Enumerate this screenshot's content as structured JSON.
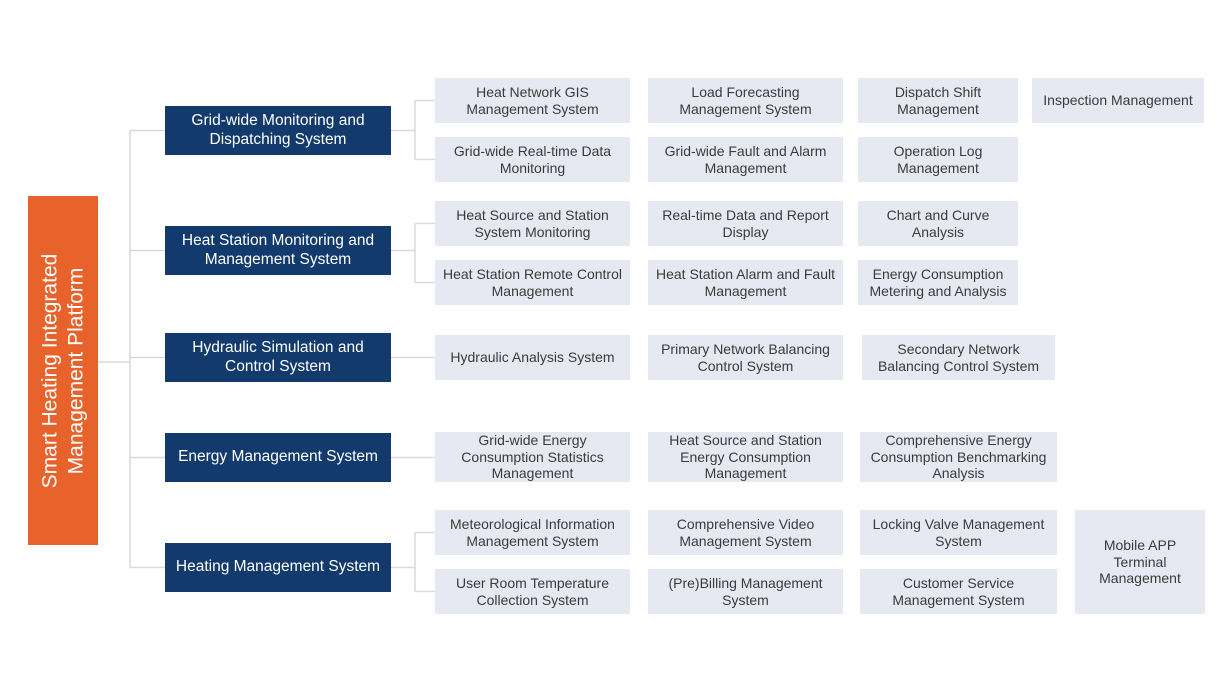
{
  "platform": {
    "title": "Smart Heating Integrated\nManagement Platform"
  },
  "colors": {
    "root_orange": "#e8632c",
    "branch_navy": "#123a6d",
    "leaf_gray": "#e6e9f1",
    "connector_gray": "#d9d9d9"
  },
  "groups": [
    {
      "label": "Grid-wide Monitoring and Dispatching System",
      "items": [
        "Heat Network GIS Management System",
        "Load Forecasting Management System",
        "Dispatch Shift Management",
        "Inspection Management",
        "Grid-wide Real-time Data Monitoring",
        "Grid-wide Fault and Alarm Management",
        "Operation Log Management"
      ]
    },
    {
      "label": "Heat Station Monitoring and Management System",
      "items": [
        "Heat Source and Station System Monitoring",
        "Real-time Data and Report Display",
        "Chart and Curve Analysis",
        "Heat Station Remote Control Management",
        "Heat Station Alarm and Fault Management",
        "Energy Consumption Metering and Analysis"
      ]
    },
    {
      "label": "Hydraulic Simulation and Control System",
      "items": [
        "Hydraulic Analysis System",
        "Primary Network Balancing Control System",
        "Secondary Network Balancing Control System"
      ]
    },
    {
      "label": "Energy Management System",
      "items": [
        "Grid-wide Energy Consumption Statistics Management",
        "Heat Source and Station Energy Consumption Management",
        "Comprehensive Energy Consumption Benchmarking Analysis"
      ]
    },
    {
      "label": "Heating Management System",
      "items": [
        "Meteorological Information Management System",
        "Comprehensive Video Management System",
        "Locking Valve Management System",
        "User Room Temperature Collection System",
        "(Pre)Billing Management System",
        "Customer Service Management System",
        "Mobile APP Terminal Management"
      ]
    }
  ]
}
